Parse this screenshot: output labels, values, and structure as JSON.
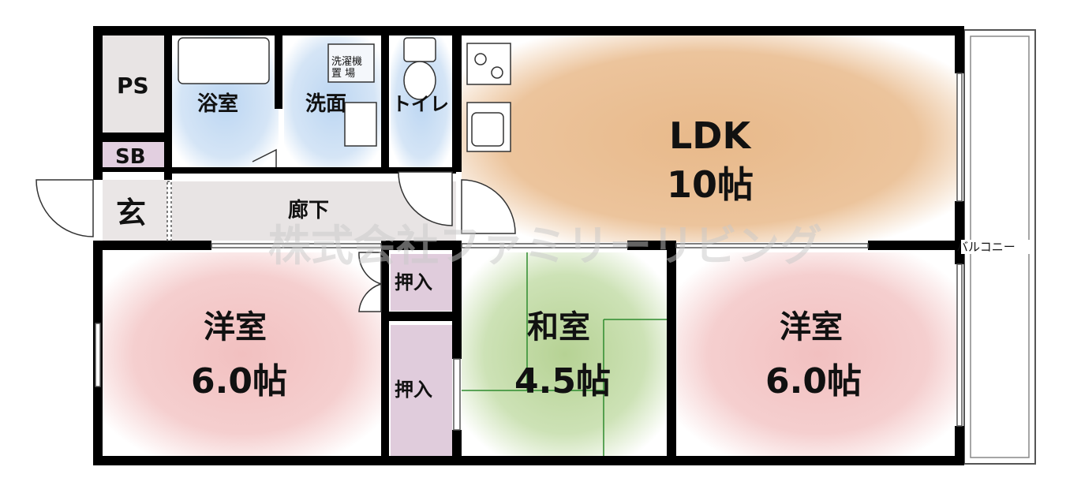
{
  "rooms": {
    "ps": "PS",
    "sb": "SB",
    "bath": "浴室",
    "washroom": "洗面",
    "toilet": "トイレ",
    "ldk_name": "LDK",
    "ldk_size": "10帖",
    "entrance": "玄",
    "hallway": "廊下",
    "closet1": "押入",
    "closet2": "押入",
    "western1_name": "洋室",
    "western1_size": "6.0帖",
    "japanese_name": "和室",
    "japanese_size": "4.5帖",
    "western2_name": "洋室",
    "western2_size": "6.0帖",
    "balcony": "バルコニー",
    "washer_line1": "洗濯機",
    "washer_line2": "置 場"
  },
  "watermark": "株式会社ファミリーリビング",
  "colors": {
    "wall": "#000000",
    "ldk": "#e8b98a",
    "western": "#f0c0c0",
    "japanese": "#b9d39a",
    "wet": "#c7dcf2",
    "storage": "#e0ccdc",
    "gray": "#e6e3e3"
  }
}
